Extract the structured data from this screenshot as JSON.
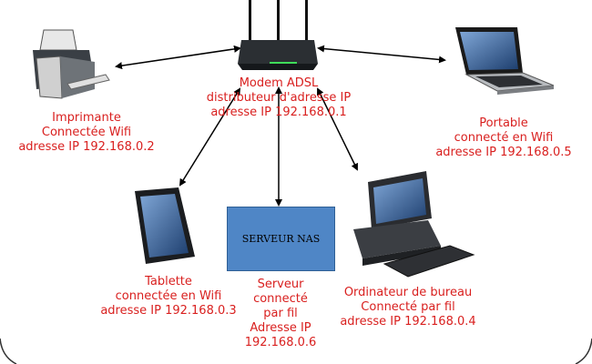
{
  "nodes": {
    "modem": {
      "lines": [
        "Modem ADSL",
        "distributeur d'adresse IP",
        "adresse IP 192.168.0.1"
      ]
    },
    "printer": {
      "lines": [
        "Imprimante",
        "Connectée Wifi",
        "adresse IP 192.168.0.2"
      ]
    },
    "laptop": {
      "lines": [
        "Portable",
        "connecté en Wifi",
        "adresse IP 192.168.0.5"
      ]
    },
    "tablet": {
      "lines": [
        "Tablette",
        "connectée en Wifi",
        "adresse IP 192.168.0.3"
      ]
    },
    "nas": {
      "box_label": "SERVEUR NAS",
      "lines": [
        "Serveur",
        "connecté",
        "par fil",
        "Adresse IP",
        "192.168.0.6"
      ]
    },
    "desktop": {
      "lines": [
        "Ordinateur de bureau",
        "Connecté par fil",
        "adresse IP 192.168.0.4"
      ]
    }
  },
  "colors": {
    "label": "#d9201f",
    "nas_box": "#4f86c6",
    "arrow": "#000000"
  },
  "icons": [
    "wifi-router-icon",
    "printer-icon",
    "laptop-icon",
    "tablet-icon",
    "desktop-computer-icon"
  ]
}
